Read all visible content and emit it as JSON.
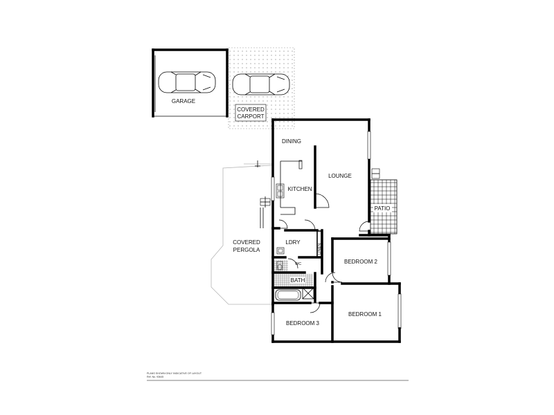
{
  "plan": {
    "rooms": {
      "garage": "GARAGE",
      "carport_1": "COVERED",
      "carport_2": "CARPORT",
      "dining": "DINING",
      "lounge": "LOUNGE",
      "kitchen": "KITCHEN",
      "patio": "PATIO",
      "pergola_1": "COVERED",
      "pergola_2": "PERGOLA",
      "laundry": "LDRY",
      "linen": "LINEN",
      "wc": "WC",
      "bath": "BATH",
      "bedroom_1": "BEDROOM 1",
      "bedroom_2": "BEDROOM 2",
      "bedroom_3": "BEDROOM 3"
    },
    "footer": {
      "disclaimer": "PLANS SHOWN ONLY INDICATIVE OF LAYOUT",
      "ref": "Ref. No. 93645"
    }
  }
}
